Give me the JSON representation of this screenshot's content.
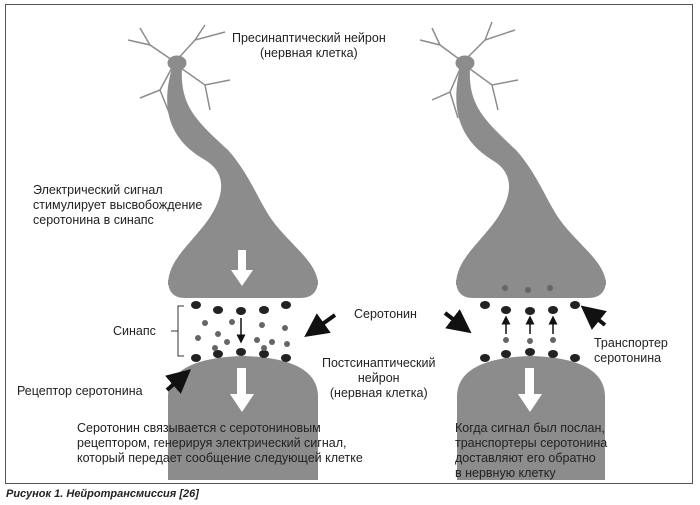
{
  "labels": {
    "presynaptic": "Пресинаптический нейрон\n(нервная клетка)",
    "electrical_signal": "Электрический сигнал\nстимулирует высвобождение\nсеротонина в синапс",
    "synapse": "Синапс",
    "serotonin": "Серотонин",
    "receptor": "Рецептор серотонина",
    "postsynaptic": "Постсинаптический\nнейрон\n(нервная клетка)",
    "transporter": "Транспортер\nсеротонина",
    "left_caption": "Серотонин связывается с серотониновым\nрецептором, генерируя электрический сигнал,\nкоторый передает сообщение следующей клетке",
    "right_caption": "Когда сигнал был послан,\nтранспортеры серотонина\nдоставляют его обратно\nв нервную клетку"
  },
  "figure_caption": "Рисунок 1. Нейротрансмиссия [26]",
  "colors": {
    "neuron": "#8c8c8c",
    "receptor": "#222222",
    "serotonin": "#666666"
  }
}
